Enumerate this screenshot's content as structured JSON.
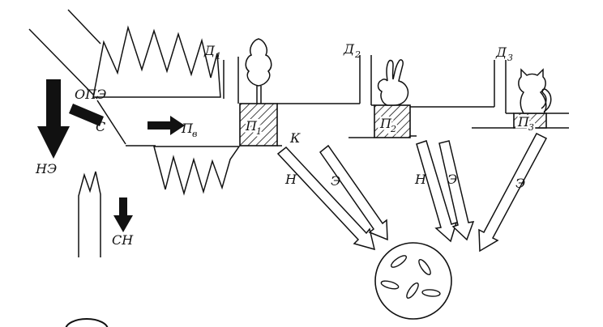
{
  "diagram": {
    "kind": "ecological-energy-flow",
    "colors": {
      "ink": "#111111",
      "background": "#ffffff"
    },
    "labels": {
      "ope": "ОПЭ",
      "s": "С",
      "ne": "НЭ",
      "sn": "СН",
      "k": "К",
      "n": "Н",
      "e": "Э",
      "pv": {
        "main": "П",
        "sub": "в"
      },
      "p1": {
        "main": "П",
        "sub": "1"
      },
      "p2": {
        "main": "П",
        "sub": "2"
      },
      "p3": {
        "main": "П",
        "sub": "3"
      },
      "d1": {
        "main": "Д",
        "sub": "1"
      },
      "d2": {
        "main": "Д",
        "sub": "2"
      },
      "d3": {
        "main": "Д",
        "sub": "3"
      }
    },
    "icons": [
      "tree-icon",
      "rabbit-icon",
      "cat-icon",
      "decomposers-circle",
      "bacteria-rods"
    ]
  }
}
